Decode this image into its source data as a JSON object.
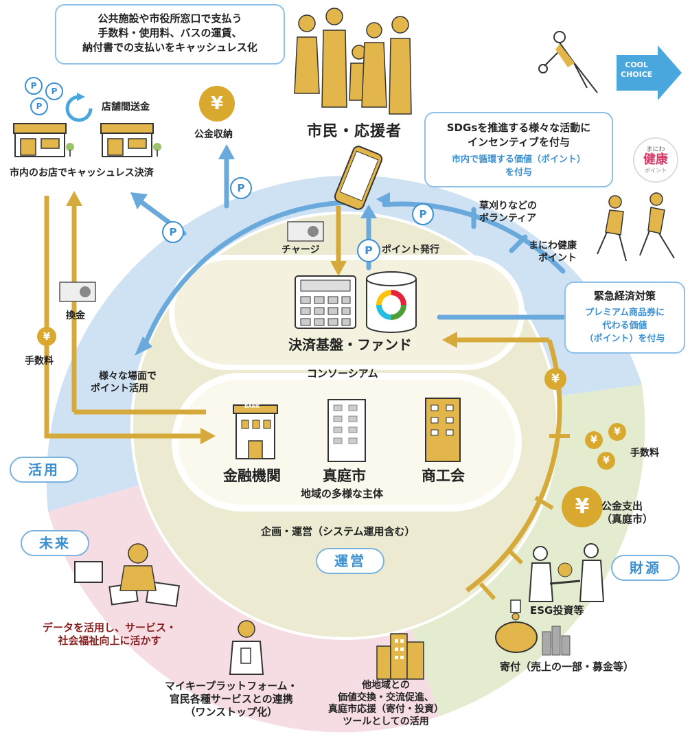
{
  "callout_top": {
    "line1": "公共施設や市役所窓口で支払う",
    "line2": "手数料・使用料、バスの運賃、",
    "line3": "納付書での支払いをキャッシュレス化"
  },
  "public_payment": "公金収納",
  "shop_transfer": "店舗間送金",
  "shop_cashless": "市内のお店でキャッシュレス決済",
  "citizens": "市民・応援者",
  "cool_choice": {
    "line1": "COOL",
    "line2": "CHOICE"
  },
  "callout_sdgs": {
    "line1": "SDGsを推進する様々な活動に",
    "line2": "インセンティブを付与",
    "sub1": "市内で循環する価値（ポイント）",
    "sub2": "を付与"
  },
  "health_badge": {
    "top": "まにわ",
    "main": "健康",
    "bottom": "ポイント"
  },
  "volunteer": {
    "line1": "草刈りなどの",
    "line2": "ボランティア"
  },
  "health_point": {
    "line1": "まにわ健康",
    "line2": "ポイント"
  },
  "charge": "チャージ",
  "point_issue": "ポイント発行",
  "exchange": "換金",
  "callout_emergency": {
    "title": "緊急経済対策",
    "sub1": "プレミアム商品券に",
    "sub2": "代わる価値",
    "sub3": "（ポイント）を付与"
  },
  "fee_left": "手数料",
  "platform": "決済基盤・ファンド",
  "various_use": {
    "line1": "様々な場面で",
    "line2": "ポイント活用"
  },
  "consortium": "コンソーシアム",
  "bank": "金融機関",
  "city": "真庭市",
  "chamber": "商工会",
  "bank_sign": "BANK",
  "diverse": "地域の多様な主体",
  "fee_right": "手数料",
  "katsuyo": "活用",
  "mirai": "未来",
  "unei": "運営",
  "zaigen": "財源",
  "planning": "企画・運営（システム運用含む）",
  "public_expense": {
    "line1": "公金支出",
    "line2": "（真庭市）"
  },
  "esg": "ESG投資等",
  "data_use": {
    "line1": "データを活用し、サービス・",
    "line2": "社会福祉向上に活かす"
  },
  "donation": "寄付（売上の一部・募金等）",
  "mykey": {
    "line1": "マイキープラットフォーム・",
    "line2": "官民各種サービスとの連携",
    "line3": "（ワンストップ化）"
  },
  "other_region": {
    "line1": "他地域との",
    "line2": "価値交換・交流促進、",
    "line3": "真庭市応援（寄付・投資）",
    "line4": "ツールとしての活用"
  },
  "yen_symbol": "¥",
  "point_symbol": "P",
  "colors": {
    "blue_sector": "#cfe2f4",
    "green_sector": "#e4ecd0",
    "pink_sector": "#f6dde3",
    "inner_ring": "#ecebd2",
    "gold": "#d6aa3a",
    "blue": "#6aa9dc",
    "navy_text": "#3a8fd0"
  }
}
